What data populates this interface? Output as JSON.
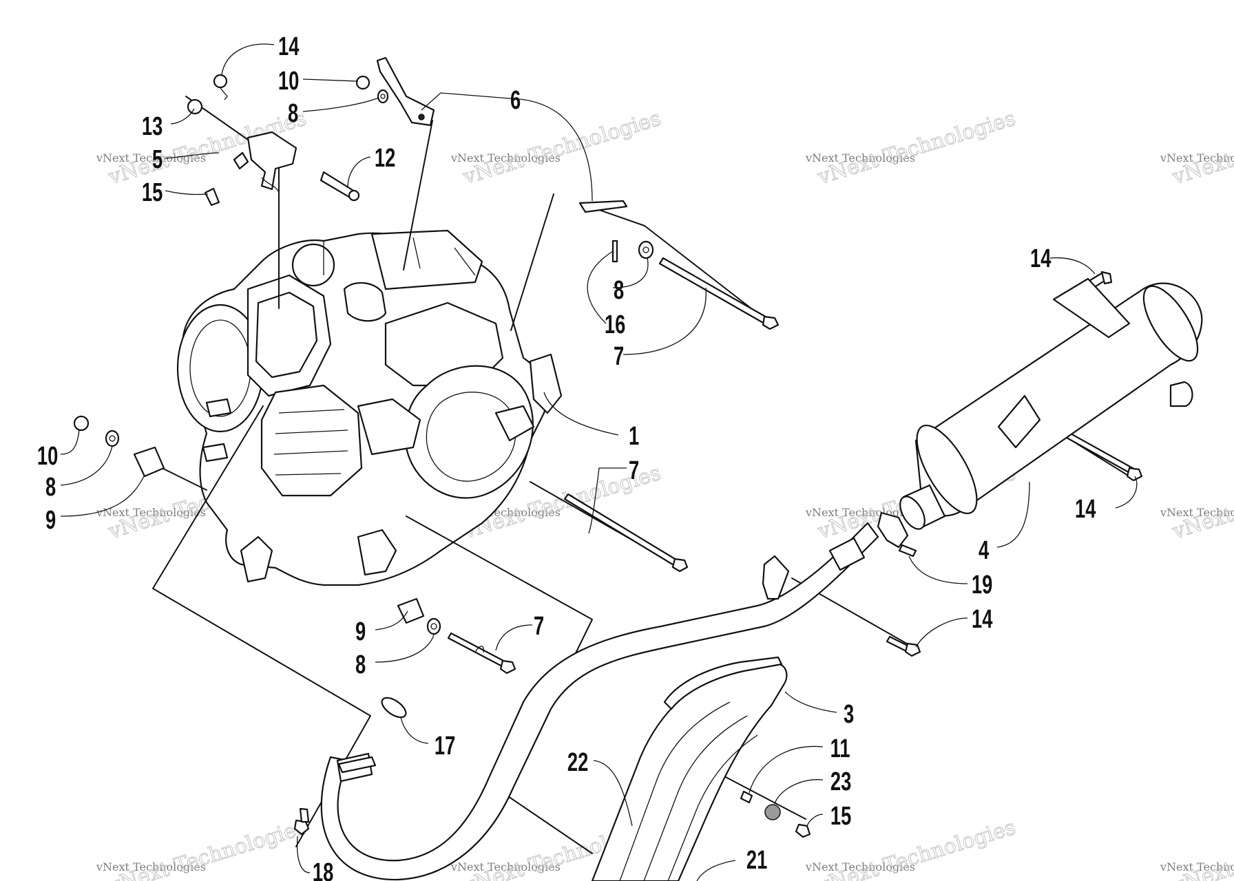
{
  "diagram": {
    "watermark": "vNext Technologies",
    "callouts": [
      {
        "id": "c-14a",
        "text": "14"
      },
      {
        "id": "c-10a",
        "text": "10"
      },
      {
        "id": "c-8a",
        "text": "8"
      },
      {
        "id": "c-6",
        "text": "6"
      },
      {
        "id": "c-13",
        "text": "13"
      },
      {
        "id": "c-5",
        "text": "5"
      },
      {
        "id": "c-15a",
        "text": "15"
      },
      {
        "id": "c-12",
        "text": "12"
      },
      {
        "id": "c-8b",
        "text": "8"
      },
      {
        "id": "c-16",
        "text": "16"
      },
      {
        "id": "c-7a",
        "text": "7"
      },
      {
        "id": "c-14b",
        "text": "14"
      },
      {
        "id": "c-1",
        "text": "1"
      },
      {
        "id": "c-7b",
        "text": "7"
      },
      {
        "id": "c-10b",
        "text": "10"
      },
      {
        "id": "c-8c",
        "text": "8"
      },
      {
        "id": "c-9a",
        "text": "9"
      },
      {
        "id": "c-14c",
        "text": "14"
      },
      {
        "id": "c-4",
        "text": "4"
      },
      {
        "id": "c-19",
        "text": "19"
      },
      {
        "id": "c-14d",
        "text": "14"
      },
      {
        "id": "c-9b",
        "text": "9"
      },
      {
        "id": "c-7c",
        "text": "7"
      },
      {
        "id": "c-8d",
        "text": "8"
      },
      {
        "id": "c-3",
        "text": "3"
      },
      {
        "id": "c-17",
        "text": "17"
      },
      {
        "id": "c-11",
        "text": "11"
      },
      {
        "id": "c-22",
        "text": "22"
      },
      {
        "id": "c-23",
        "text": "23"
      },
      {
        "id": "c-15b",
        "text": "15"
      },
      {
        "id": "c-21",
        "text": "21"
      },
      {
        "id": "c-18",
        "text": "18"
      }
    ]
  }
}
